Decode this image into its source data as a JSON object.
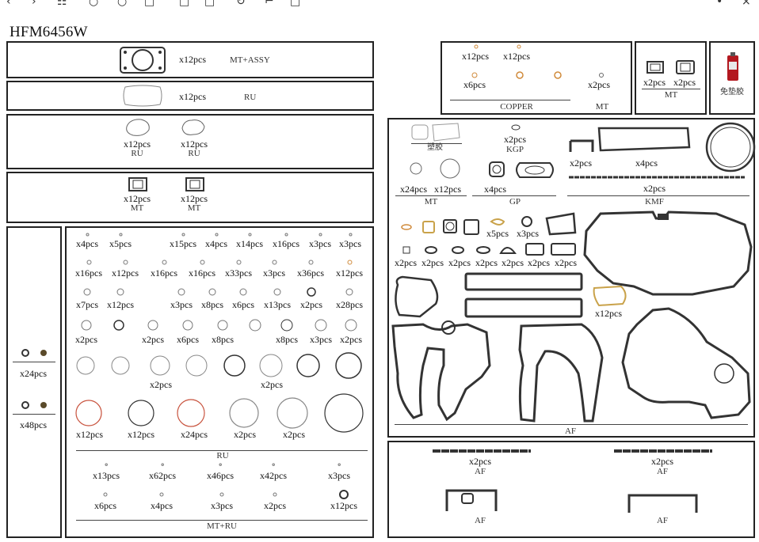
{
  "toolbar": {
    "icons": [
      "back-icon",
      "forward-icon",
      "grid-icon",
      "zoom-out-icon",
      "zoom-in-icon",
      "page-icon",
      "fit-icon",
      "fit-page-icon",
      "rotate-icon",
      "crop-icon",
      "export-icon",
      "person-icon",
      "close-icon"
    ]
  },
  "doc": {
    "title": "HFM6456W"
  },
  "left": {
    "r1": {
      "qty": "x12pcs",
      "type": "MT+ASSY"
    },
    "r2": {
      "qty": "x12pcs",
      "type": "RU"
    },
    "r3": {
      "a_qty": "x12pcs",
      "a_type": "RU",
      "b_qty": "x12pcs",
      "b_type": "RU"
    },
    "r4": {
      "a_qty": "x12pcs",
      "a_type": "MT",
      "b_qty": "x12pcs",
      "b_type": "MT"
    },
    "side": {
      "a_qty": "x24pcs",
      "b_qty": "x48pcs"
    },
    "grid_row1": [
      "x4pcs",
      "x5pcs",
      "x15pcs",
      "x4pcs",
      "x14pcs",
      "x16pcs",
      "x3pcs",
      "x3pcs"
    ],
    "grid_row2": [
      "x16pcs",
      "x12pcs",
      "x16pcs",
      "x16pcs",
      "x33pcs",
      "x3pcs",
      "x36pcs",
      "x12pcs"
    ],
    "grid_row3": [
      "x7pcs",
      "x12pcs",
      "x3pcs",
      "x8pcs",
      "x6pcs",
      "x13pcs",
      "x2pcs",
      "x28pcs"
    ],
    "grid_row4": [
      "x2pcs",
      "x2pcs",
      "x6pcs",
      "x8pcs",
      "x8pcs",
      "x3pcs",
      "x2pcs"
    ],
    "grid_row5": [
      "x2pcs",
      "x2pcs"
    ],
    "grid_row6": [
      "x12pcs",
      "x12pcs",
      "x24pcs",
      "x2pcs",
      "x2pcs"
    ],
    "ru_label": "RU",
    "grid_row7": [
      "x13pcs",
      "x62pcs",
      "x46pcs",
      "x42pcs",
      "x3pcs"
    ],
    "grid_row8": [
      "x6pcs",
      "x4pcs",
      "x3pcs",
      "x2pcs",
      "x12pcs"
    ],
    "mtru_label": "MT+RU"
  },
  "top_right": {
    "copper": {
      "q1": "x12pcs",
      "q2": "x12pcs",
      "q3": "x6pcs",
      "q4": "x2pcs",
      "label": "COPPER",
      "label2": "MT"
    },
    "mt": {
      "q1": "x2pcs",
      "q2": "x2pcs",
      "label": "MT"
    },
    "sealant": {
      "label": "免垫胶"
    }
  },
  "mid_right": {
    "plastic": {
      "label": "塑胶"
    },
    "kgp": {
      "qty": "x2pcs",
      "label": "KGP"
    },
    "kmf": {
      "q1": "x2pcs",
      "q2": "x4pcs",
      "q3": "x2pcs",
      "label": "KMF"
    },
    "mt_gp": {
      "q1": "x24pcs",
      "q2": "x12pcs",
      "label1": "MT",
      "q3": "x4pcs",
      "label2": "GP"
    },
    "small": {
      "q1": "x5pcs",
      "q2": "x3pcs",
      "row": [
        "x2pcs",
        "x2pcs",
        "x2pcs",
        "x2pcs",
        "x2pcs",
        "x2pcs",
        "x2pcs"
      ]
    },
    "brass": {
      "qty": "x12pcs"
    },
    "af": {
      "label": "AF"
    }
  },
  "bottom_right": {
    "a": {
      "qty": "x2pcs",
      "label": "AF"
    },
    "b": {
      "qty": "x2pcs",
      "label": "AF"
    },
    "c": {
      "label": "AF"
    },
    "d": {
      "label": "AF"
    }
  },
  "colors": {
    "line": "#222222",
    "copper": "#d08a3a",
    "red_ring": "#c8533e",
    "brass": "#c9a24a",
    "sealant_red": "#b3181f"
  }
}
